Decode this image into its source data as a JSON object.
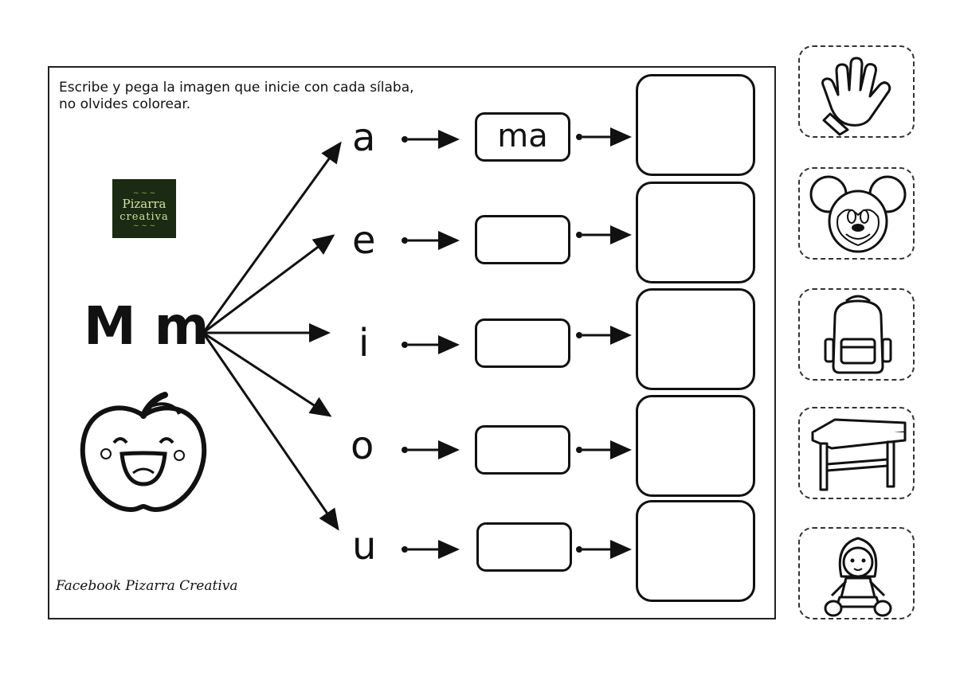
{
  "worksheet": {
    "instructions_line1": "Escribe y pega la imagen que inicie con cada sílaba,",
    "instructions_line2": "no olvides colorear.",
    "logo_line1": "Pizarra",
    "logo_line2": "creativa",
    "letter": "M m",
    "vowels": [
      "a",
      "e",
      "i",
      "o",
      "u"
    ],
    "syllables": [
      "ma",
      "",
      "",
      "",
      ""
    ],
    "footer": "Facebook Pizarra Creativa",
    "cutouts": [
      "hand-icon",
      "mickey-mouse-icon",
      "backpack-icon",
      "table-icon",
      "doll-icon"
    ]
  }
}
